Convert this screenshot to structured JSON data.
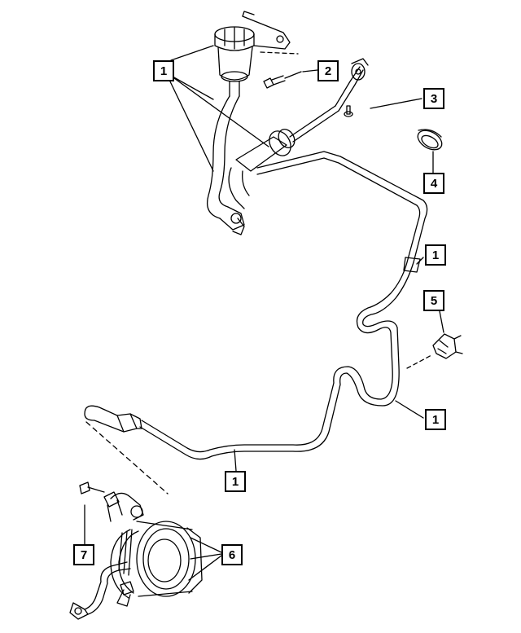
{
  "diagram": {
    "callouts": [
      {
        "id": "c1a",
        "label": "1"
      },
      {
        "id": "c2",
        "label": "2"
      },
      {
        "id": "c3",
        "label": "3"
      },
      {
        "id": "c4",
        "label": "4"
      },
      {
        "id": "c1b",
        "label": "1"
      },
      {
        "id": "c5",
        "label": "5"
      },
      {
        "id": "c1c",
        "label": "1"
      },
      {
        "id": "c1d",
        "label": "1"
      },
      {
        "id": "c6",
        "label": "6"
      },
      {
        "id": "c7",
        "label": "7"
      }
    ],
    "parts": [
      "clutch-master-cylinder-reservoir",
      "bolt",
      "rivet",
      "grommet",
      "hydraulic-line-clip",
      "clutch-slave-cylinder",
      "bolt"
    ]
  }
}
